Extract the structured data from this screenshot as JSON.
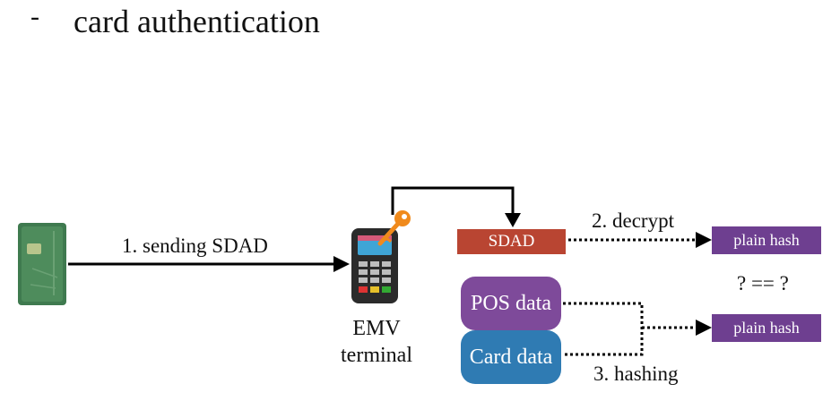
{
  "slide": {
    "bullet": "-",
    "heading": "card authentication"
  },
  "diagram": {
    "step1_label": "1. sending SDAD",
    "terminal_label_line1": "EMV",
    "terminal_label_line2": "terminal",
    "sdad_box": "SDAD",
    "step2_label": "2. decrypt",
    "plain_hash_top": "plain hash",
    "compare_label": "? == ?",
    "plain_hash_bottom": "plain hash",
    "pos_data": "POS data",
    "card_data": "Card data",
    "step3_label": "3. hashing",
    "colors": {
      "sdad": "#b94532",
      "plain_hash": "#6e3f90",
      "pos_data": "#7e4a9a",
      "card_data": "#2f7bb3",
      "key": "#f08a1c",
      "card": "#3f7a4f"
    },
    "icons": [
      "credit-card-icon",
      "pos-terminal-icon",
      "key-icon"
    ]
  }
}
